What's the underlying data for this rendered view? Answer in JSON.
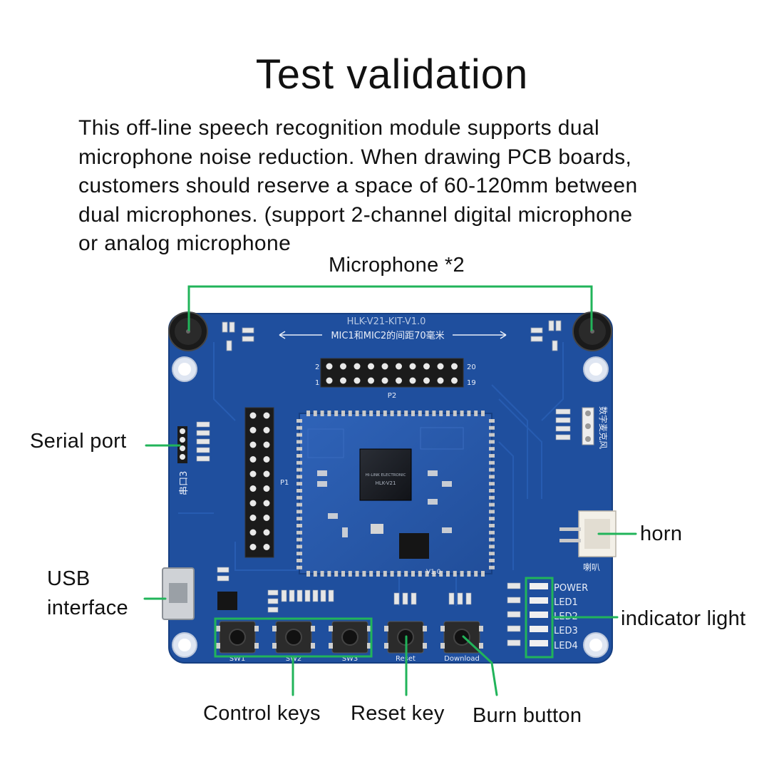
{
  "heading": "Test validation",
  "description_lines": [
    "This off-line speech recognition module supports dual",
    "microphone noise reduction. When drawing PCB boards,",
    "customers should reserve a space of 60-120mm between",
    "dual microphones. (support 2-channel digital microphone",
    "or analog microphone"
  ],
  "callouts": {
    "microphone": "Microphone *2",
    "serial_port": "Serial port",
    "usb_line1": "USB",
    "usb_line2": "interface",
    "horn": "horn",
    "indicator_light": "indicator light",
    "control_keys": "Control keys",
    "reset_key": "Reset key",
    "burn_button": "Burn button"
  },
  "board": {
    "model": "HLK-V21-KIT-V1.0",
    "spacing_note": "MIC1和MIC2的间距70毫米",
    "chip_brand": "HI-LINK ELECTRONIC",
    "chip_model": "HLK-V21",
    "module_version": "V1.0",
    "serial_label": "串口3",
    "mic_label_right": "数字麦克风",
    "speaker_label": "喇叭",
    "led_labels": [
      "POWER",
      "LED1",
      "LED2",
      "LED3",
      "LED4"
    ],
    "button_labels": [
      "SW1",
      "SW2",
      "SW3",
      "Reset",
      "Download"
    ],
    "header_p2": "P2",
    "header_p1": "P1"
  },
  "colors": {
    "pcb": "#1f4f9e",
    "pcb_dark": "#173f86",
    "callout_line": "#21b45a",
    "silkscreen": "#e9eef8"
  }
}
